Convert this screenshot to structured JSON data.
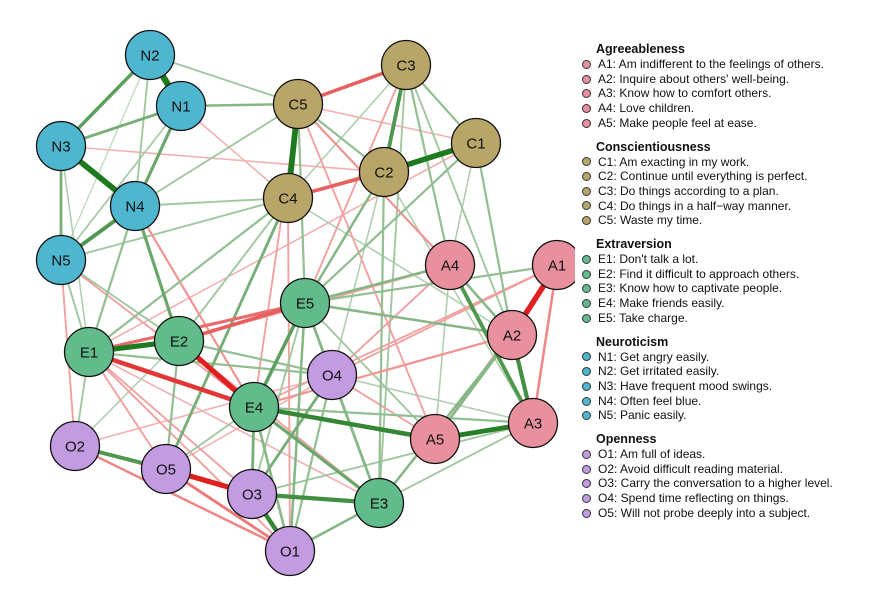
{
  "colors": {
    "Agreeableness": "#e8909d",
    "Conscientiousness": "#b8a568",
    "Extraversion": "#62bb8a",
    "Neuroticism": "#4fb6cf",
    "Openness": "#c39be0",
    "positive_edge": "#1e7a1e",
    "negative_edge": "#e02020"
  },
  "legend": [
    {
      "title": "Agreeableness",
      "items": [
        {
          "id": "A1",
          "text": "A1: Am indifferent to the feelings of others."
        },
        {
          "id": "A2",
          "text": "A2: Inquire about others' well-being."
        },
        {
          "id": "A3",
          "text": "A3: Know how to comfort others."
        },
        {
          "id": "A4",
          "text": "A4: Love children."
        },
        {
          "id": "A5",
          "text": "A5: Make people feel at ease."
        }
      ]
    },
    {
      "title": "Conscientiousness",
      "items": [
        {
          "id": "C1",
          "text": "C1: Am exacting in my work."
        },
        {
          "id": "C2",
          "text": "C2: Continue until everything is perfect."
        },
        {
          "id": "C3",
          "text": "C3: Do things according to a plan."
        },
        {
          "id": "C4",
          "text": "C4: Do things in a half−way manner."
        },
        {
          "id": "C5",
          "text": "C5: Waste my time."
        }
      ]
    },
    {
      "title": "Extraversion",
      "items": [
        {
          "id": "E1",
          "text": "E1: Don't talk a lot."
        },
        {
          "id": "E2",
          "text": "E2: Find it difficult to approach others."
        },
        {
          "id": "E3",
          "text": "E3: Know how to captivate people."
        },
        {
          "id": "E4",
          "text": "E4: Make friends easily."
        },
        {
          "id": "E5",
          "text": "E5: Take charge."
        }
      ]
    },
    {
      "title": "Neuroticism",
      "items": [
        {
          "id": "N1",
          "text": "N1: Get angry easily."
        },
        {
          "id": "N2",
          "text": "N2: Get irritated easily."
        },
        {
          "id": "N3",
          "text": "N3: Have frequent mood swings."
        },
        {
          "id": "N4",
          "text": "N4: Often feel blue."
        },
        {
          "id": "N5",
          "text": "N5: Panic easily."
        }
      ]
    },
    {
      "title": "Openness",
      "items": [
        {
          "id": "O1",
          "text": "O1: Am full of ideas."
        },
        {
          "id": "O2",
          "text": "O2: Avoid difficult reading material."
        },
        {
          "id": "O3",
          "text": "O3: Carry the conversation to a higher level."
        },
        {
          "id": "O4",
          "text": "O4: Spend time reflecting on things."
        },
        {
          "id": "O5",
          "text": "O5: Will not probe deeply into a subject."
        }
      ]
    }
  ],
  "nodes": [
    {
      "id": "N2",
      "group": "Neuroticism"
    },
    {
      "id": "N1",
      "group": "Neuroticism"
    },
    {
      "id": "N3",
      "group": "Neuroticism"
    },
    {
      "id": "N4",
      "group": "Neuroticism"
    },
    {
      "id": "N5",
      "group": "Neuroticism"
    },
    {
      "id": "C5",
      "group": "Conscientiousness"
    },
    {
      "id": "C3",
      "group": "Conscientiousness"
    },
    {
      "id": "C1",
      "group": "Conscientiousness"
    },
    {
      "id": "C2",
      "group": "Conscientiousness"
    },
    {
      "id": "C4",
      "group": "Conscientiousness"
    },
    {
      "id": "A4",
      "group": "Agreeableness"
    },
    {
      "id": "A1",
      "group": "Agreeableness"
    },
    {
      "id": "A2",
      "group": "Agreeableness"
    },
    {
      "id": "A3",
      "group": "Agreeableness"
    },
    {
      "id": "A5",
      "group": "Agreeableness"
    },
    {
      "id": "E5",
      "group": "Extraversion"
    },
    {
      "id": "E1",
      "group": "Extraversion"
    },
    {
      "id": "E2",
      "group": "Extraversion"
    },
    {
      "id": "E4",
      "group": "Extraversion"
    },
    {
      "id": "E3",
      "group": "Extraversion"
    },
    {
      "id": "O4",
      "group": "Openness"
    },
    {
      "id": "O2",
      "group": "Openness"
    },
    {
      "id": "O5",
      "group": "Openness"
    },
    {
      "id": "O3",
      "group": "Openness"
    },
    {
      "id": "O1",
      "group": "Openness"
    }
  ],
  "edges": [
    [
      "N1",
      "N2",
      0.9
    ],
    [
      "N3",
      "N4",
      0.8
    ],
    [
      "N4",
      "N5",
      0.5
    ],
    [
      "N2",
      "N3",
      0.45
    ],
    [
      "N1",
      "N4",
      0.4
    ],
    [
      "N1",
      "N3",
      0.35
    ],
    [
      "N3",
      "N5",
      0.35
    ],
    [
      "N2",
      "N4",
      0.2
    ],
    [
      "N1",
      "N5",
      0.18
    ],
    [
      "N2",
      "N5",
      0.1
    ],
    [
      "C4",
      "C5",
      0.8
    ],
    [
      "C1",
      "C2",
      0.75
    ],
    [
      "C2",
      "C3",
      0.5
    ],
    [
      "C2",
      "C4",
      -0.45
    ],
    [
      "C3",
      "C5",
      -0.45
    ],
    [
      "C1",
      "C3",
      0.25
    ],
    [
      "C2",
      "C5",
      0.25
    ],
    [
      "C1",
      "C4",
      0.2
    ],
    [
      "C3",
      "C4",
      0.15
    ],
    [
      "C1",
      "C5",
      -0.15
    ],
    [
      "A1",
      "A2",
      -0.75
    ],
    [
      "A2",
      "A3",
      0.55
    ],
    [
      "A3",
      "A5",
      0.65
    ],
    [
      "A4",
      "A3",
      0.5
    ],
    [
      "A4",
      "A2",
      0.3
    ],
    [
      "A1",
      "A3",
      -0.3
    ],
    [
      "A2",
      "A5",
      0.3
    ],
    [
      "A4",
      "A5",
      0.15
    ],
    [
      "A1",
      "A5",
      -0.15
    ],
    [
      "E1",
      "E2",
      0.7
    ],
    [
      "E2",
      "E4",
      -0.7
    ],
    [
      "E1",
      "E4",
      -0.6
    ],
    [
      "E2",
      "E5",
      -0.45
    ],
    [
      "E1",
      "E5",
      -0.4
    ],
    [
      "E4",
      "E5",
      0.45
    ],
    [
      "E4",
      "E3",
      0.4
    ],
    [
      "E5",
      "E3",
      0.3
    ],
    [
      "E2",
      "E3",
      -0.2
    ],
    [
      "E1",
      "E3",
      -0.15
    ],
    [
      "O3",
      "O1",
      0.6
    ],
    [
      "O5",
      "O3",
      -0.7
    ],
    [
      "O2",
      "O5",
      0.5
    ],
    [
      "O4",
      "O3",
      0.35
    ],
    [
      "O4",
      "O1",
      0.25
    ],
    [
      "O2",
      "O1",
      -0.3
    ],
    [
      "O2",
      "O3",
      -0.25
    ],
    [
      "O5",
      "O1",
      -0.35
    ],
    [
      "O4",
      "O2",
      -0.15
    ],
    [
      "O4",
      "O5",
      -0.15
    ],
    [
      "E4",
      "A5",
      0.6
    ],
    [
      "E4",
      "A3",
      0.25
    ],
    [
      "E3",
      "O3",
      0.55
    ],
    [
      "E3",
      "O1",
      0.3
    ],
    [
      "E4",
      "O3",
      0.35
    ],
    [
      "E4",
      "O1",
      0.3
    ],
    [
      "E2",
      "O5",
      0.25
    ],
    [
      "E1",
      "O5",
      -0.2
    ],
    [
      "E1",
      "O2",
      0.2
    ],
    [
      "N4",
      "E2",
      0.4
    ],
    [
      "N4",
      "E1",
      0.25
    ],
    [
      "N5",
      "E1",
      0.2
    ],
    [
      "N5",
      "E2",
      0.2
    ],
    [
      "N3",
      "E1",
      0.15
    ],
    [
      "N5",
      "O2",
      -0.2
    ],
    [
      "N5",
      "E4",
      -0.2
    ],
    [
      "N4",
      "E4",
      -0.25
    ],
    [
      "N1",
      "C5",
      0.3
    ],
    [
      "N2",
      "C5",
      0.2
    ],
    [
      "N4",
      "C4",
      0.2
    ],
    [
      "N4",
      "C5",
      0.2
    ],
    [
      "N5",
      "C4",
      0.2
    ],
    [
      "N1",
      "C4",
      -0.15
    ],
    [
      "N3",
      "C2",
      -0.15
    ],
    [
      "C4",
      "E1",
      0.25
    ],
    [
      "C4",
      "E2",
      0.2
    ],
    [
      "C4",
      "O5",
      0.35
    ],
    [
      "C4",
      "O1",
      -0.2
    ],
    [
      "C5",
      "E5",
      0.25
    ],
    [
      "C5",
      "E4",
      -0.2
    ],
    [
      "C2",
      "E5",
      0.3
    ],
    [
      "C2",
      "E3",
      0.25
    ],
    [
      "C3",
      "E3",
      0.2
    ],
    [
      "C3",
      "E5",
      -0.2
    ],
    [
      "C2",
      "O4",
      0.15
    ],
    [
      "C3",
      "A4",
      0.25
    ],
    [
      "C5",
      "A4",
      -0.25
    ],
    [
      "C5",
      "A5",
      -0.2
    ],
    [
      "C1",
      "A4",
      0.15
    ],
    [
      "C1",
      "A2",
      0.25
    ],
    [
      "C1",
      "E5",
      0.25
    ],
    [
      "C3",
      "A2",
      0.2
    ],
    [
      "C1",
      "E1",
      -0.15
    ],
    [
      "C2",
      "A3",
      0.15
    ],
    [
      "C4",
      "A2",
      0.15
    ],
    [
      "A4",
      "E5",
      0.3
    ],
    [
      "A4",
      "O4",
      -0.2
    ],
    [
      "A2",
      "E5",
      0.3
    ],
    [
      "A2",
      "E3",
      0.3
    ],
    [
      "A2",
      "E4",
      -0.25
    ],
    [
      "A1",
      "E5",
      0.25
    ],
    [
      "A1",
      "E4",
      -0.2
    ],
    [
      "A1",
      "O4",
      -0.2
    ],
    [
      "A4",
      "E2",
      -0.2
    ],
    [
      "A5",
      "E5",
      0.2
    ],
    [
      "A5",
      "O4",
      -0.2
    ],
    [
      "A3",
      "E3",
      0.2
    ],
    [
      "A3",
      "O3",
      0.2
    ],
    [
      "E5",
      "O4",
      0.3
    ],
    [
      "E5",
      "O1",
      0.3
    ],
    [
      "E5",
      "O3",
      0.2
    ],
    [
      "O4",
      "E1",
      0.25
    ],
    [
      "O4",
      "E2",
      0.25
    ],
    [
      "O4",
      "E3",
      0.3
    ],
    [
      "O4",
      "A3",
      0.15
    ],
    [
      "O3",
      "E1",
      -0.2
    ],
    [
      "O1",
      "E1",
      -0.2
    ],
    [
      "O5",
      "E4",
      0.2
    ],
    [
      "O2",
      "E2",
      0.15
    ]
  ]
}
